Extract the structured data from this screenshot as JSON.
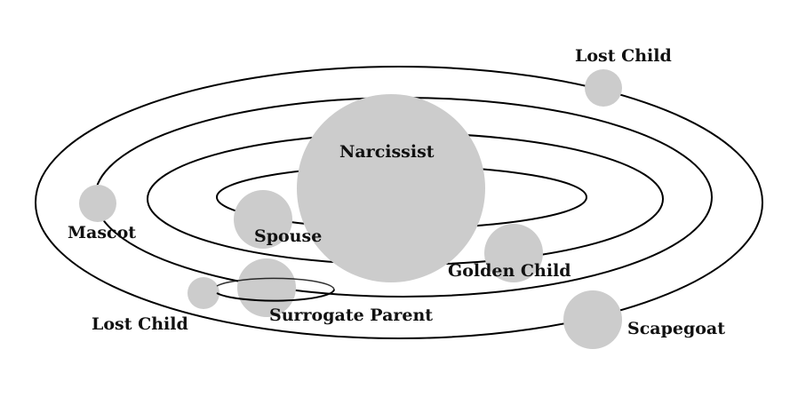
{
  "colors": {
    "planet": "#cccccc",
    "orbit": "#000000",
    "background": "#ffffff"
  },
  "labels": {
    "narcissist": "Narcissist",
    "spouse": "Spouse",
    "golden_child": "Golden Child",
    "surrogate_parent": "Surrogate Parent",
    "scapegoat": "Scapegoat",
    "mascot": "Mascot",
    "lost_child_outer": "Lost Child",
    "lost_child_moon": "Lost Child"
  }
}
